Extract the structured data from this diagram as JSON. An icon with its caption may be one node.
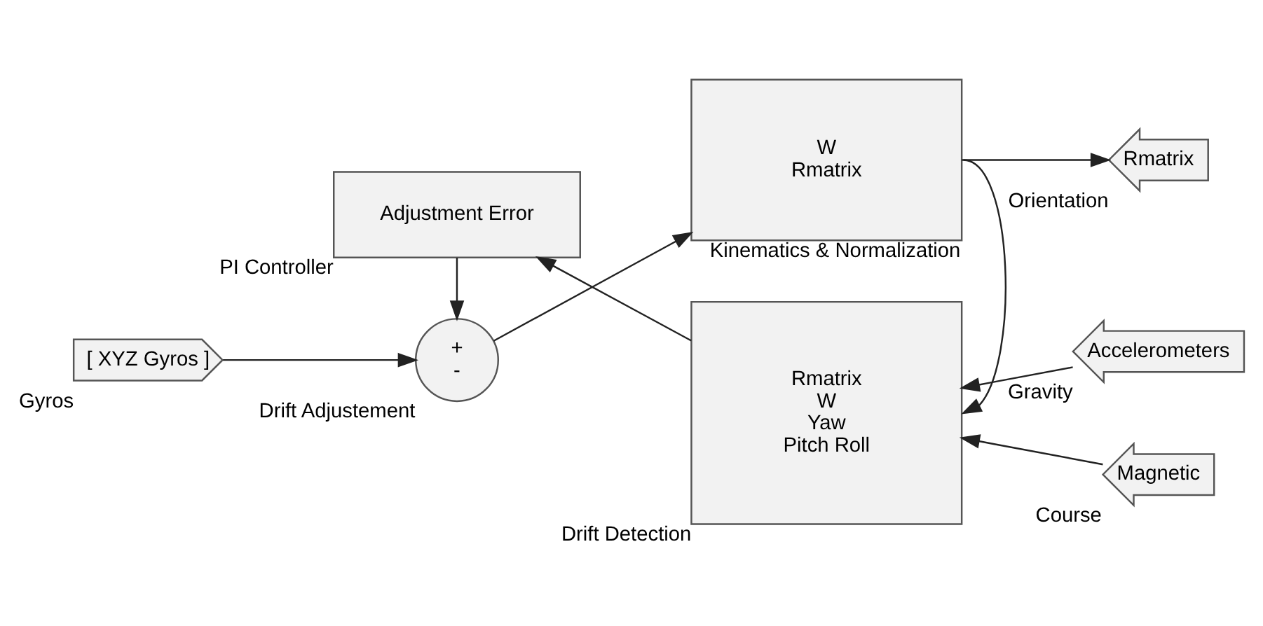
{
  "diagram": {
    "nodes": [
      {
        "text": [
          "[ XYZ Gyros ]"
        ],
        "beside": [
          "Gyros"
        ]
      },
      {
        "text": [
          "+",
          "-"
        ],
        "beside": [
          "Drift Adjustement"
        ]
      },
      {
        "text": [
          "W",
          "Rmatrix"
        ],
        "beside": [
          "Kinematics & Normalization"
        ]
      },
      {
        "text": [
          "Rmatrix"
        ],
        "beside": [
          "Orientation"
        ]
      },
      {
        "text": [
          "Rmatrix",
          "W",
          "Yaw",
          "Pitch Roll"
        ],
        "beside": [
          "Drift Detection"
        ]
      },
      {
        "text": [
          "Magnetic"
        ],
        "beside": [
          "Course"
        ]
      },
      {
        "text": [
          "Accelerometers"
        ],
        "beside": [
          "Gravity"
        ]
      },
      {
        "text": [
          "Adjustment Error"
        ],
        "beside": [
          "PI Controller"
        ]
      }
    ],
    "edges": [
      {
        "from": 0,
        "to": 1,
        "arrow": "to"
      },
      {
        "from": 1,
        "to": 2,
        "arrow": "to"
      },
      {
        "from": 2,
        "to": 3,
        "arrow": "to"
      },
      {
        "from": 2,
        "to": 4,
        "arrow": "to"
      },
      {
        "from": 5,
        "to": 4,
        "arrow": "to"
      },
      {
        "from": 6,
        "to": 4,
        "arrow": "to"
      },
      {
        "from": 4,
        "to": 7,
        "arrow": "to"
      },
      {
        "from": 7,
        "to": 1,
        "arrow": "to"
      }
    ]
  }
}
